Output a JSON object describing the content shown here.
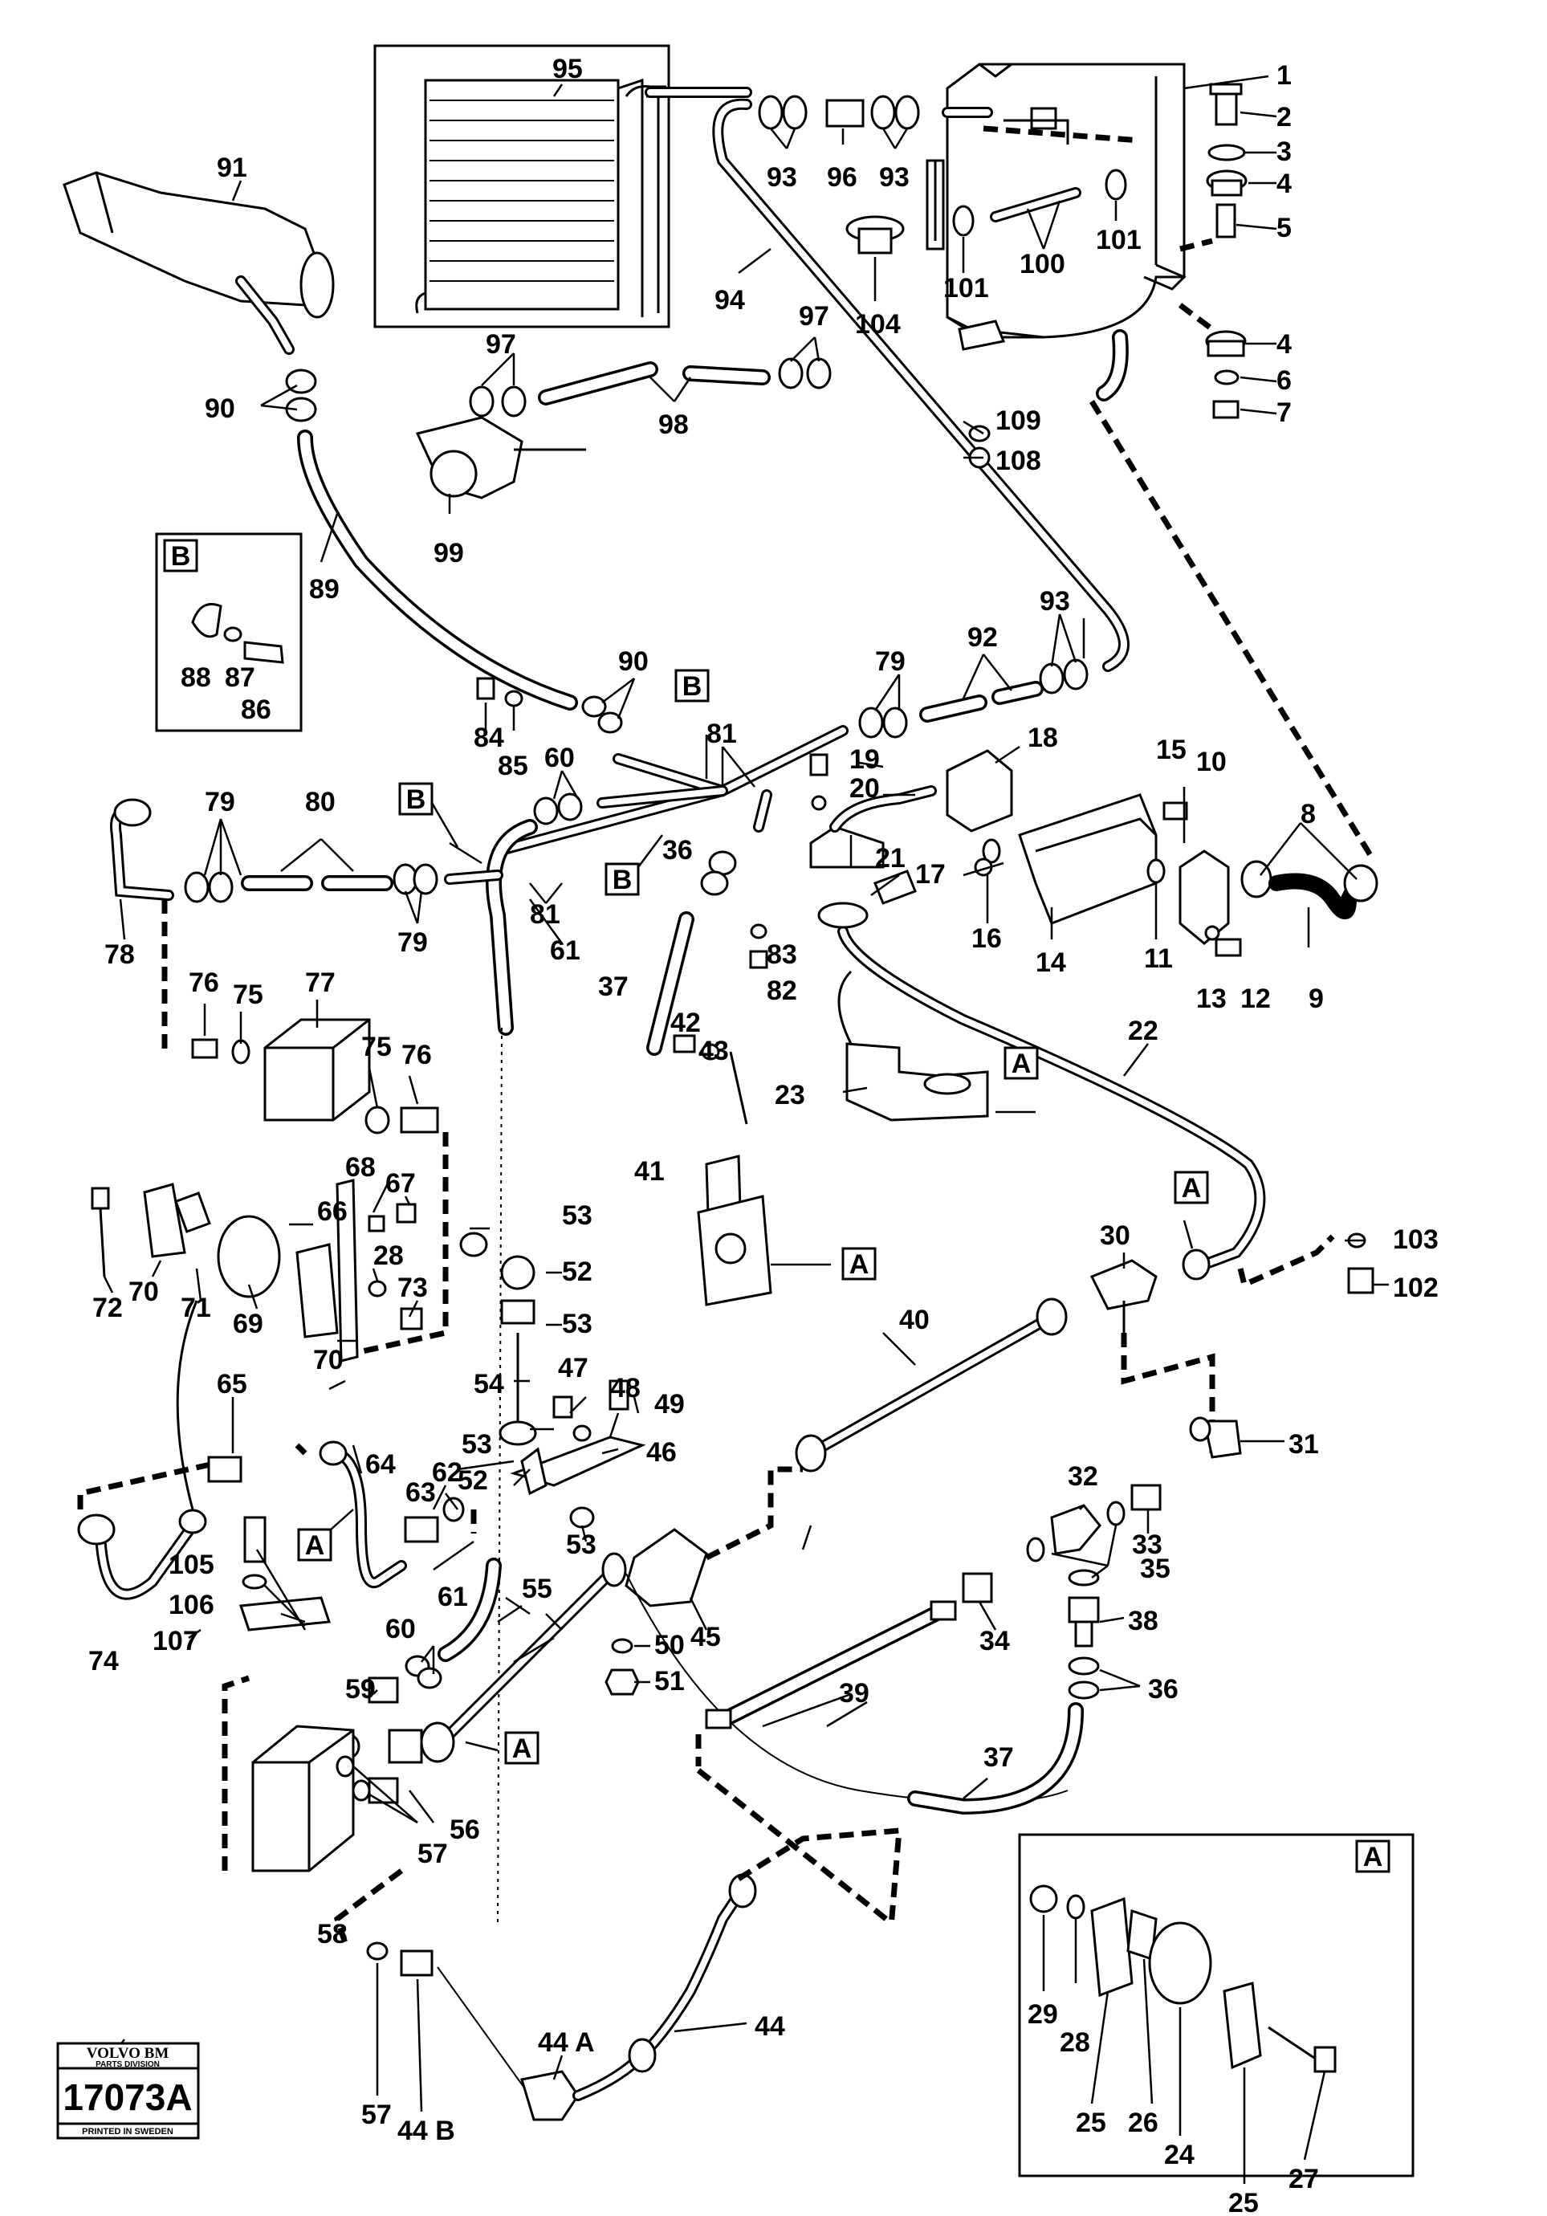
{
  "labels": {
    "l1": "1",
    "l2": "2",
    "l3": "3",
    "l4a": "4",
    "l4b": "4",
    "l5": "5",
    "l6": "6",
    "l7": "7",
    "l8": "8",
    "l9": "9",
    "l10": "10",
    "l11": "11",
    "l12": "12",
    "l13": "13",
    "l14": "14",
    "l15": "15",
    "l16": "16",
    "l17": "17",
    "l18": "18",
    "l19": "19",
    "l20": "20",
    "l21": "21",
    "l22": "22",
    "l23": "23",
    "l24": "24",
    "l25a": "25",
    "l25b": "25",
    "l26": "26",
    "l27": "27",
    "l28a": "28",
    "l28b": "28",
    "l29": "29",
    "l30": "30",
    "l31": "31",
    "l32": "32",
    "l33": "33",
    "l34": "34",
    "l35": "35",
    "l36a": "36",
    "l36b": "36",
    "l37a": "37",
    "l37b": "37",
    "l38": "38",
    "l39": "39",
    "l40": "40",
    "l41": "41",
    "l42": "42",
    "l43": "43",
    "l44": "44",
    "l44a": "44 A",
    "l44b": "44 B",
    "l45": "45",
    "l46": "46",
    "l47": "47",
    "l48": "48",
    "l49": "49",
    "l50": "50",
    "l51": "51",
    "l52a": "52",
    "l52b": "52",
    "l53a": "53",
    "l53b": "53",
    "l53c": "53",
    "l53d": "53",
    "l54": "54",
    "l55": "55",
    "l56": "56",
    "l57a": "57",
    "l57b": "57",
    "l58": "58",
    "l59": "59",
    "l60a": "60",
    "l60b": "60",
    "l61a": "61",
    "l61b": "61",
    "l62": "62",
    "l63": "63",
    "l64": "64",
    "l65": "65",
    "l66": "66",
    "l67": "67",
    "l68": "68",
    "l69": "69",
    "l70a": "70",
    "l70b": "70",
    "l71": "71",
    "l72": "72",
    "l73": "73",
    "l74": "74",
    "l75a": "75",
    "l75b": "75",
    "l76a": "76",
    "l76b": "76",
    "l77": "77",
    "l78": "78",
    "l79a": "79",
    "l79b": "79",
    "l79c": "79",
    "l80": "80",
    "l81a": "81",
    "l81b": "81",
    "l82": "82",
    "l83": "83",
    "l84": "84",
    "l85": "85",
    "l86": "86",
    "l87": "87",
    "l88": "88",
    "l89": "89",
    "l90a": "90",
    "l90b": "90",
    "l91": "91",
    "l92": "92",
    "l93a": "93",
    "l93b": "93",
    "l93c": "93",
    "l94": "94",
    "l95": "95",
    "l96": "96",
    "l97a": "97",
    "l97b": "97",
    "l98": "98",
    "l99": "99",
    "l100": "100",
    "l101a": "101",
    "l101b": "101",
    "l102": "102",
    "l103": "103",
    "l104": "104",
    "l105": "105",
    "l106": "106",
    "l107": "107",
    "l108": "108",
    "l109": "109"
  },
  "refs": {
    "B_detail": "B",
    "B1": "B",
    "B2": "B",
    "B3": "B",
    "A_detail": "A",
    "A1": "A",
    "A2": "A",
    "A3": "A",
    "A4": "A",
    "A5": "A"
  },
  "logo": {
    "brand": "VOLVO BM",
    "division": "PARTS DIVISION",
    "number": "17073A",
    "printed": "PRINTED IN SWEDEN"
  }
}
